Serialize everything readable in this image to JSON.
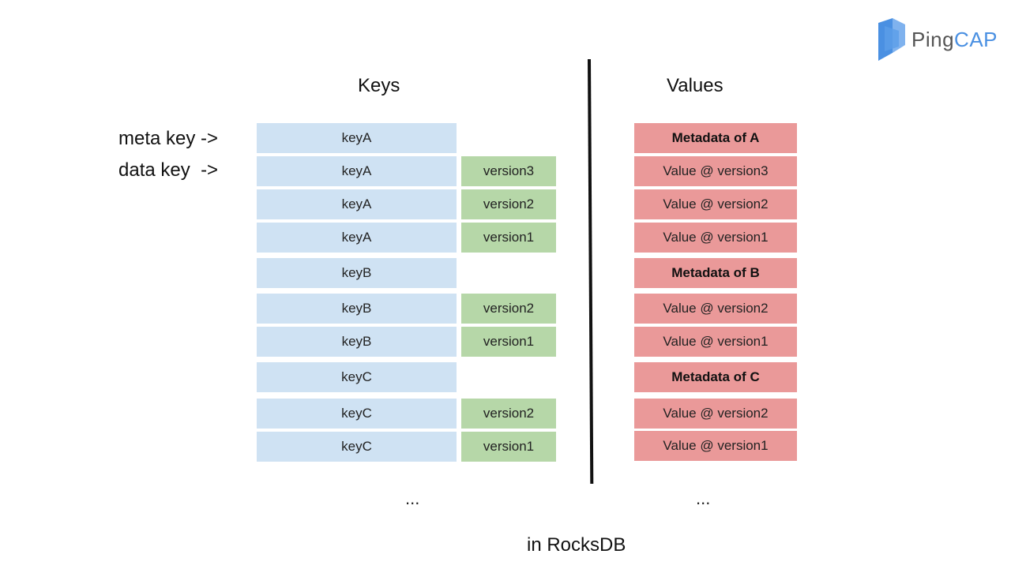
{
  "headings": {
    "keys": "Keys",
    "values": "Values"
  },
  "side_labels": {
    "meta_key": "meta key ->",
    "data_key": "data key  ->"
  },
  "rows": [
    {
      "key": "keyA",
      "version": "",
      "value": "Metadata of A",
      "is_meta": true
    },
    {
      "key": "keyA",
      "version": "version3",
      "value": "Value @ version3",
      "is_meta": false
    },
    {
      "key": "keyA",
      "version": "version2",
      "value": "Value @ version2",
      "is_meta": false
    },
    {
      "key": "keyA",
      "version": "version1",
      "value": "Value @ version1",
      "is_meta": false
    },
    {
      "key": "keyB",
      "version": "",
      "value": "Metadata of B",
      "is_meta": true
    },
    {
      "key": "keyB",
      "version": "version2",
      "value": "Value @ version2",
      "is_meta": false
    },
    {
      "key": "keyB",
      "version": "version1",
      "value": "Value @ version1",
      "is_meta": false
    },
    {
      "key": "keyC",
      "version": "",
      "value": "Metadata of C",
      "is_meta": true
    },
    {
      "key": "keyC",
      "version": "version2",
      "value": "Value @ version2",
      "is_meta": false
    },
    {
      "key": "keyC",
      "version": "version1",
      "value": "Value @ version1",
      "is_meta": false
    }
  ],
  "ellipsis": {
    "keys": "...",
    "values": "..."
  },
  "footer": "in RocksDB",
  "logo": {
    "part1": "Ping",
    "part2": "CAP",
    "icon": "pingcap-logo-icon"
  },
  "colors": {
    "key_cell": "#cfe2f3",
    "version_cell": "#b6d7a8",
    "value_cell": "#ea9999",
    "logo_accent": "#4a90e2"
  }
}
